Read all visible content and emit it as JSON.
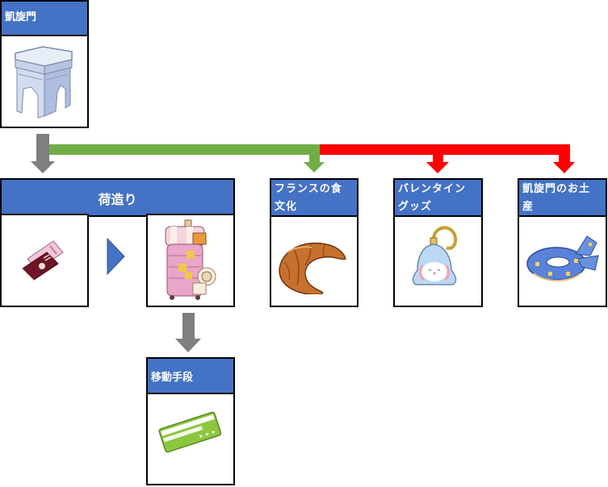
{
  "diagram": {
    "root": {
      "title": "凱旋門",
      "icon": "arc-de-triomphe-icon"
    },
    "packing": {
      "title": "荷造り",
      "from_icon": "passport-tickets-icon",
      "to_icon": "suitcase-icon"
    },
    "transport": {
      "title": "移動手段",
      "icon": "transit-card-icon"
    },
    "french_food": {
      "title_line1": "フランスの食",
      "title_line2": "文化",
      "icon": "croissant-icon"
    },
    "valentine": {
      "title_line1": "バレンタイン",
      "title_line2": "グッズ",
      "icon": "bunny-charm-icon"
    },
    "souvenir": {
      "title_line1": "凱旋門のお土",
      "title_line2": "産",
      "icon": "scarf-ring-icon"
    },
    "colors": {
      "header_blue": "#4472c4",
      "arrow_gray": "#7f7f7f",
      "arrow_green": "#70ad47",
      "arrow_red": "#ff0000"
    }
  }
}
